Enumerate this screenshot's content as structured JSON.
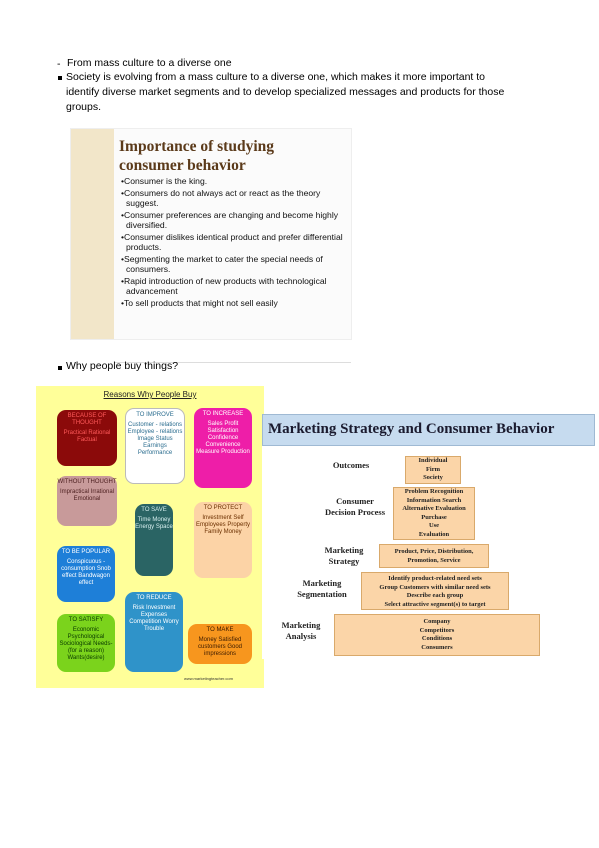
{
  "text": {
    "dash_line": "From mass culture to a diverse one",
    "para_lines": [
      "Society is evolving from a mass culture to a diverse one, which makes it more important to",
      "identify diverse market segments and to develop specialized messages and products for those",
      "groups."
    ],
    "why_bullet": "Why people buy things?"
  },
  "slide1": {
    "title_lines": [
      "Importance of studying",
      "consumer behavior"
    ],
    "items": [
      "•Consumer is the king.",
      "•Consumers do not always act or react as the theory suggest.",
      "•Consumer preferences are changing and become highly diversified.",
      "•Consumer dislikes identical product and prefer differential products.",
      "•Segmenting the market to cater the special needs of consumers.",
      "•Rapid introduction of new products with technological advancement",
      "•To sell products that might not sell easily"
    ]
  },
  "slide2": {
    "title": "Reasons Why People Buy",
    "website": "www.marketingteacher.com",
    "boxes": [
      {
        "title": "BECAUSE OF THOUGHT",
        "body": "Practical Rational Factual",
        "color": "#8b0a0a"
      },
      {
        "title": "TO IMPROVE",
        "body": "Customer - relations Employee - relations Image Status Earnings Performance",
        "color": "#ffffff"
      },
      {
        "title": "TO INCREASE",
        "body": "Sales Profit Satisfaction Confidence Convenience Measure Production",
        "color": "#ee1ea8"
      },
      {
        "title": "WITHOUT THOUGHT",
        "body": "Impractical Irrational Emotional",
        "color": "#c89a9a"
      },
      {
        "title": "TO SAVE",
        "body": "Time Money Energy Space",
        "color": "#2a6464"
      },
      {
        "title": "TO PROTECT",
        "body": "Investment Self Employees Property Family Money",
        "color": "#fcd3a6"
      },
      {
        "title": "TO BE POPULAR",
        "body": "Conspicuous - consumption Snob effect Bandwagon effect",
        "color": "#1e7fd8"
      },
      {
        "title": "TO REDUCE",
        "body": "Risk Investment Expenses Competition Worry Trouble",
        "color": "#2f93c9"
      },
      {
        "title": "TO SATISFY",
        "body": "Economic Psychological Sociological Needs- (for a reason) Wants(desire)",
        "color": "#7bd31c"
      },
      {
        "title": "TO MAKE",
        "body": "Money Satisfied customers Good impressions",
        "color": "#f7961e"
      }
    ]
  },
  "slide3": {
    "title": "Marketing Strategy and Consumer Behavior",
    "levels": [
      {
        "label": "Outcomes",
        "items": [
          "Individual",
          "Firm",
          "Society"
        ]
      },
      {
        "label": "Consumer Decision Process",
        "items": [
          "Problem Recognition",
          "Information Search",
          "Alternative Evaluation",
          "Purchase",
          "Use",
          "Evaluation"
        ]
      },
      {
        "label": "Marketing Strategy",
        "items": [
          "Product, Price, Distribution,",
          "Promotion, Service"
        ]
      },
      {
        "label": "Marketing Segmentation",
        "items": [
          "Identify product-related need sets",
          "Group Customers with similar need sets",
          "Describe each group",
          "Select attractive segment(s) to target"
        ]
      },
      {
        "label": "Marketing Analysis",
        "items": [
          "Company",
          "Competitors",
          "Conditions",
          "Consumers"
        ]
      }
    ]
  }
}
